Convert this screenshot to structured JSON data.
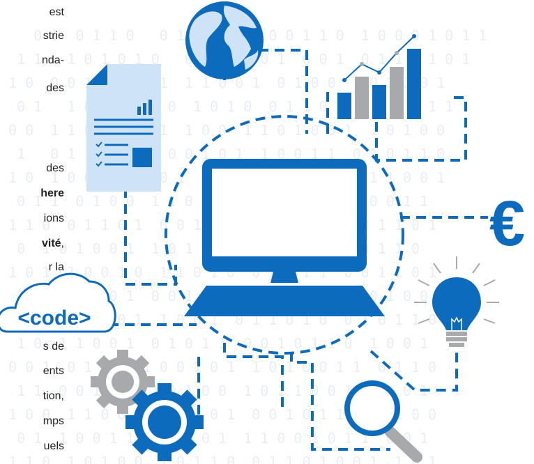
{
  "text_fragments": [
    {
      "t": "est",
      "bold": false
    },
    {
      "t": "strie",
      "bold": false
    },
    {
      "t": "nda-",
      "bold": false
    },
    {
      "t": "des",
      "bold": false
    },
    {
      "t": "des",
      "bold": false
    },
    {
      "t": "here",
      "bold": true
    },
    {
      "t": "ions",
      "bold": false
    },
    {
      "t": "vité",
      "bold": true,
      "suffix": ","
    },
    {
      "t": "r  la",
      "bold": false
    },
    {
      "t": "s de",
      "bold": false
    },
    {
      "t": "ents",
      "bold": false
    },
    {
      "t": "tion,",
      "bold": false
    },
    {
      "t": "mps",
      "bold": false
    },
    {
      "t": "uels",
      "bold": false
    }
  ],
  "code_label": "<code>",
  "euro_symbol": "€",
  "bar_chart": {
    "values": [
      45,
      70,
      50,
      80,
      100
    ],
    "line_points": [
      30,
      55,
      42,
      68,
      95
    ]
  },
  "doc_chart_values": [
    4,
    7,
    10
  ],
  "icons": [
    "globe-icon",
    "bar-chart-icon",
    "document-icon",
    "computer-monitor-icon",
    "euro-icon",
    "lightbulb-icon",
    "code-cloud-icon",
    "gears-icon",
    "magnifier-icon"
  ],
  "colors": {
    "primary": "#0d6bbd",
    "light": "#cfe3f7",
    "grey": "#a7a9ac",
    "text": "#222222"
  }
}
